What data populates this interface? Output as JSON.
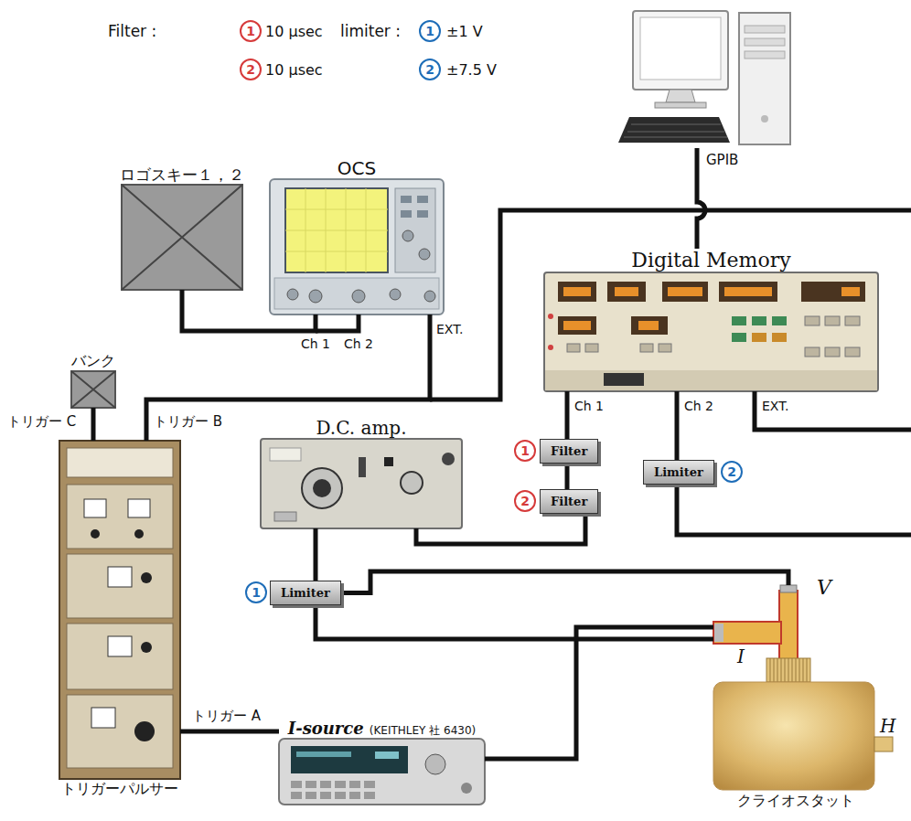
{
  "diagram": {
    "nodes": [
      {
        "text": [
          "ロゴスキー１，２"
        ]
      },
      {
        "text": [
          "OCS"
        ]
      },
      {
        "text": [
          "Digital Memory"
        ]
      },
      {
        "text": [
          "バンク"
        ]
      },
      {
        "text": [
          "D.C. amp."
        ]
      },
      {
        "text": [
          "Filter"
        ]
      },
      {
        "text": [
          "Filter"
        ]
      },
      {
        "text": [
          "Limiter"
        ]
      },
      {
        "text": [
          "Limiter"
        ]
      },
      {
        "text": [
          "トリガーパルサー"
        ]
      },
      {
        "text": [
          "I-source",
          "(KEITHLEY 社 6430)"
        ]
      },
      {
        "text": [
          "クライオスタット"
        ]
      }
    ],
    "edges": [
      {
        "from": 0,
        "to": 1,
        "arrow": "none"
      },
      {
        "from": 3,
        "to": 9,
        "arrow": "none"
      },
      {
        "from": 9,
        "to": 1,
        "arrow": "none"
      },
      {
        "from": 9,
        "to": 10,
        "arrow": "none"
      },
      {
        "from": 10,
        "to": 11,
        "arrow": "none"
      },
      {
        "from": 8,
        "to": 4,
        "arrow": "none"
      },
      {
        "from": 8,
        "to": 11,
        "arrow": "none"
      },
      {
        "from": 8,
        "to": 11,
        "arrow": "none"
      },
      {
        "from": 4,
        "to": 6,
        "arrow": "none"
      },
      {
        "from": 6,
        "to": 5,
        "arrow": "none"
      },
      {
        "from": 5,
        "to": 2,
        "arrow": "none"
      },
      {
        "from": 7,
        "to": 2,
        "arrow": "none"
      }
    ],
    "labels": [
      "Filter :",
      "1",
      "10 μsec",
      "2",
      "10 μsec",
      "limiter :",
      "1",
      "±1 V",
      "2",
      "±7.5 V",
      "GPIB",
      "Ch 1",
      "Ch 2",
      "EXT.",
      "トリガー C",
      "トリガー B",
      "1",
      "2",
      "Ch 1",
      "Ch 2",
      "EXT.",
      "2",
      "1",
      "V",
      "I",
      "トリガー A",
      "H"
    ]
  }
}
